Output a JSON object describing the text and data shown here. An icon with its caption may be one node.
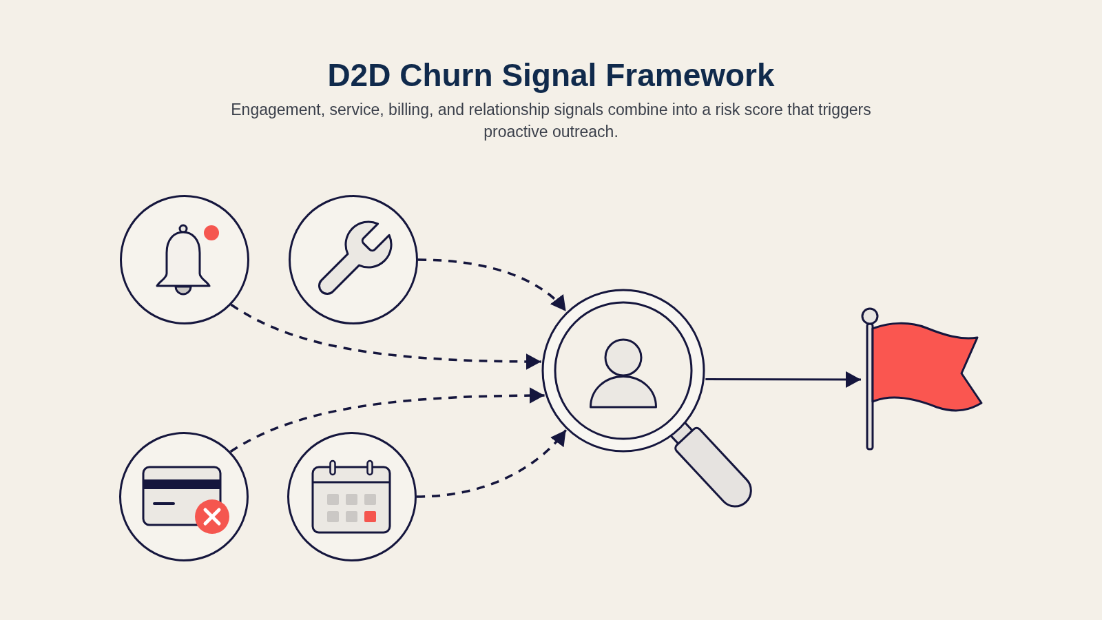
{
  "diagram": {
    "title": "D2D Churn Signal Framework",
    "nodes": [
      {
        "text": [],
        "shape": "circle"
      },
      {
        "text": [],
        "shape": "circle"
      },
      {
        "text": [],
        "shape": "circle"
      },
      {
        "text": [],
        "shape": "circle"
      },
      {
        "text": [],
        "shape": "picture"
      },
      {
        "text": [],
        "shape": "flag"
      }
    ],
    "edges": [
      {
        "from": 0,
        "to": 4,
        "arrow": "to",
        "style": "dashed"
      },
      {
        "from": 1,
        "to": 4,
        "arrow": "to",
        "style": "dashed"
      },
      {
        "from": 2,
        "to": 4,
        "arrow": "to",
        "style": "dashed"
      },
      {
        "from": 3,
        "to": 4,
        "arrow": "to",
        "style": "dashed"
      },
      {
        "from": 4,
        "to": 5,
        "arrow": "to"
      }
    ],
    "labels": [
      "Engagement, service, billing, and relationship signals combine into a risk score that triggers proactive outreach."
    ]
  }
}
